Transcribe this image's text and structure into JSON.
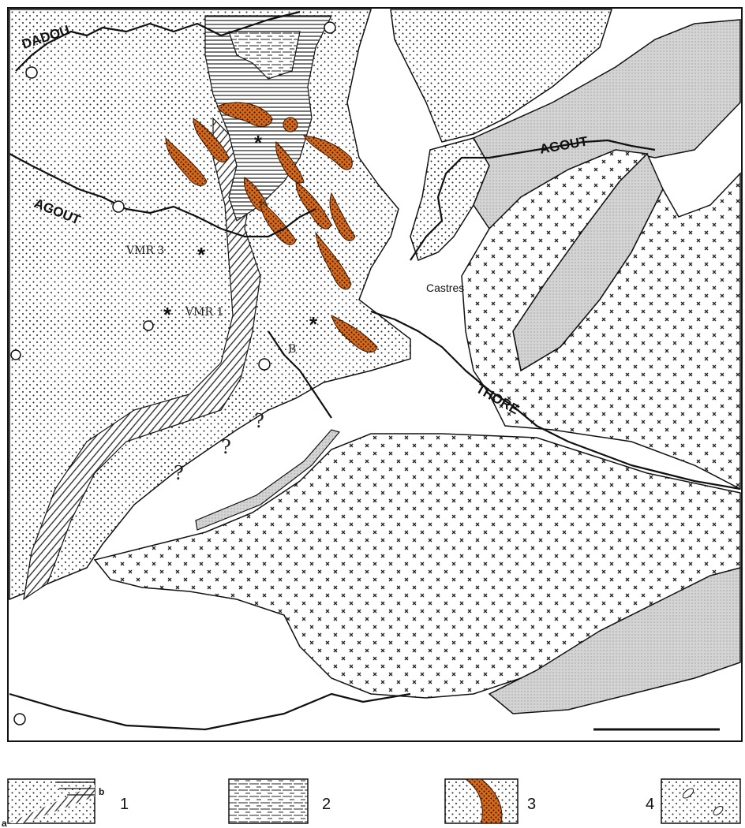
{
  "rivers": [
    {
      "id": "dadou",
      "label": "DADOU"
    },
    {
      "id": "agout-west",
      "label": "AGOUT"
    },
    {
      "id": "agout-east",
      "label": "AGOUT"
    },
    {
      "id": "thore",
      "label": "THORE"
    }
  ],
  "city": {
    "label": "Castres"
  },
  "sites": [
    {
      "id": "vmr3",
      "label": "VMR 3"
    },
    {
      "id": "vmr1",
      "label": "VMR 1"
    },
    {
      "id": "b",
      "label": "B"
    }
  ],
  "unknowns": {
    "label": "?"
  },
  "legend": {
    "items": [
      {
        "number": "1",
        "sub_a": "a",
        "sub_b": "b"
      },
      {
        "number": "2"
      },
      {
        "number": "3"
      },
      {
        "number": "4"
      }
    ]
  },
  "colors": {
    "orange_unit": "#d2691e",
    "dotted_unit": "#f4f4f4",
    "gray_unit": "#cfcfcf",
    "ink": "#111111"
  }
}
